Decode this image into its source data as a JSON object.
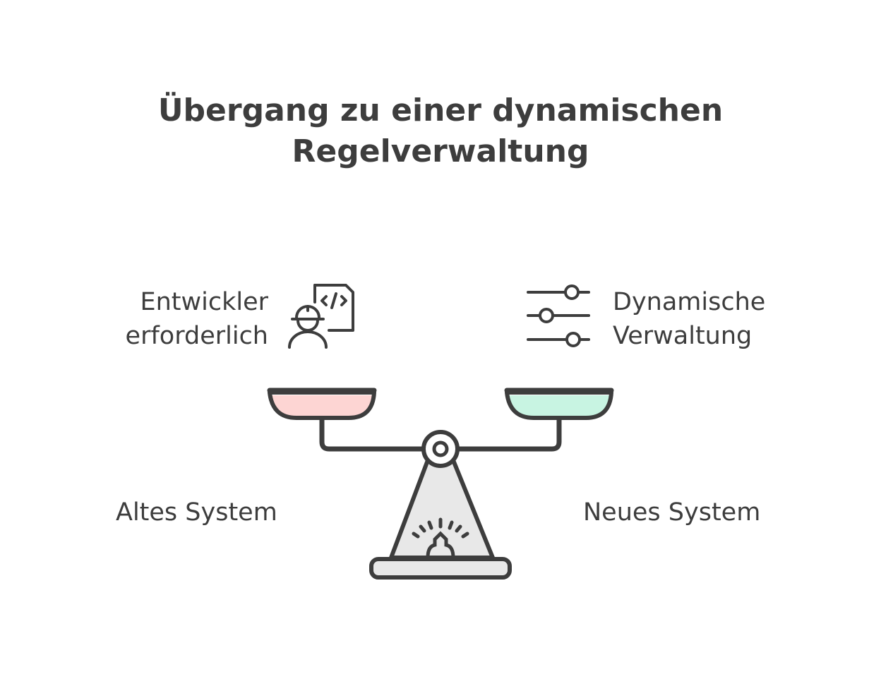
{
  "title": {
    "line1": "Übergang zu einer dynamischen",
    "line2": "Regelverwaltung"
  },
  "left": {
    "top_label_line1": "Entwickler",
    "top_label_line2": "erforderlich",
    "bottom_label": "Altes System",
    "icon": "developer-code-icon",
    "pan_color": "#fdd5d3"
  },
  "right": {
    "top_label_line1": "Dynamische",
    "top_label_line2": "Verwaltung",
    "bottom_label": "Neues System",
    "icon": "sliders-icon",
    "pan_color": "#c8f4e2"
  },
  "colors": {
    "stroke": "#3d3d3d",
    "base_fill": "#e8e8e8"
  }
}
